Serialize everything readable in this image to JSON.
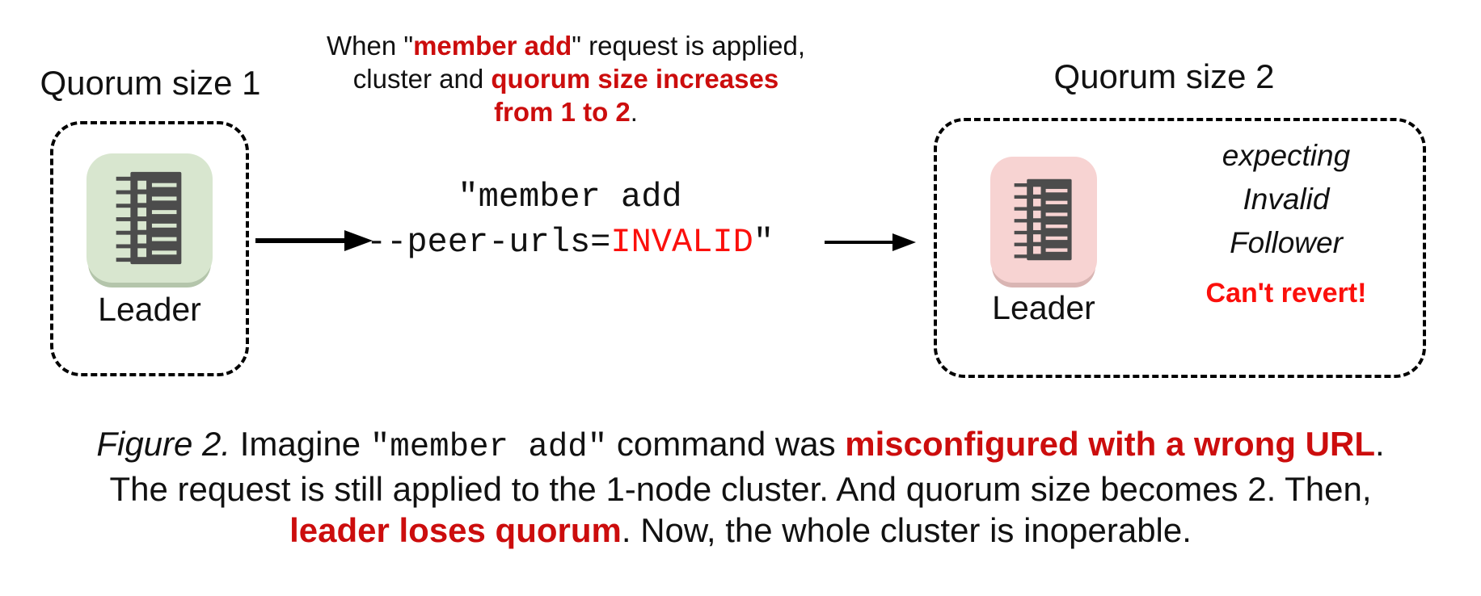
{
  "colors": {
    "red_bold": "#cc0d0d",
    "red_bright": "#fb100c",
    "node_green_bg": "#d8e6cf",
    "node_green_shadow": "#b4c5ab",
    "node_pink_bg": "#f7d3d2",
    "node_pink_shadow": "#d9b5b3",
    "notebook_icon_dark": "#4c4c4c",
    "dashed_border": "#000000"
  },
  "left_cluster": {
    "title": "Quorum size 1",
    "node_label": "Leader"
  },
  "annotation": {
    "lines": [
      [
        {
          "text": "When \"",
          "style": ""
        },
        {
          "text": "member add",
          "style": "bred"
        },
        {
          "text": "\" request is applied,",
          "style": ""
        }
      ],
      [
        {
          "text": "cluster and ",
          "style": ""
        },
        {
          "text": "quorum size increases",
          "style": "bred"
        }
      ],
      [
        {
          "text": "from 1 to 2",
          "style": "bred"
        },
        {
          "text": ".",
          "style": ""
        }
      ]
    ]
  },
  "command": {
    "lines": [
      [
        {
          "text": "\"member add",
          "style": ""
        }
      ],
      [
        {
          "text": "--peer-urls=",
          "style": ""
        },
        {
          "text": "INVALID",
          "style": "red"
        },
        {
          "text": "\"",
          "style": ""
        }
      ]
    ]
  },
  "right_cluster": {
    "title": "Quorum size 2",
    "node_label": "Leader",
    "expecting_lines": [
      "expecting",
      "Invalid",
      "Follower"
    ],
    "warning": "Can't revert!"
  },
  "caption": {
    "lines": [
      [
        {
          "text": "Figure 2.",
          "style": "italic"
        },
        {
          "text": " Imagine ",
          "style": ""
        },
        {
          "text": "\"member add\"",
          "style": "mono"
        },
        {
          "text": " command was ",
          "style": ""
        },
        {
          "text": "misconfigured with a wrong URL",
          "style": "bred"
        },
        {
          "text": ".",
          "style": ""
        }
      ],
      [
        {
          "text": "The request is still applied to the 1-node cluster. And quorum size becomes 2. Then,",
          "style": ""
        }
      ],
      [
        {
          "text": "leader loses quorum",
          "style": "bred"
        },
        {
          "text": ". Now, the whole cluster is inoperable.",
          "style": ""
        }
      ]
    ]
  }
}
